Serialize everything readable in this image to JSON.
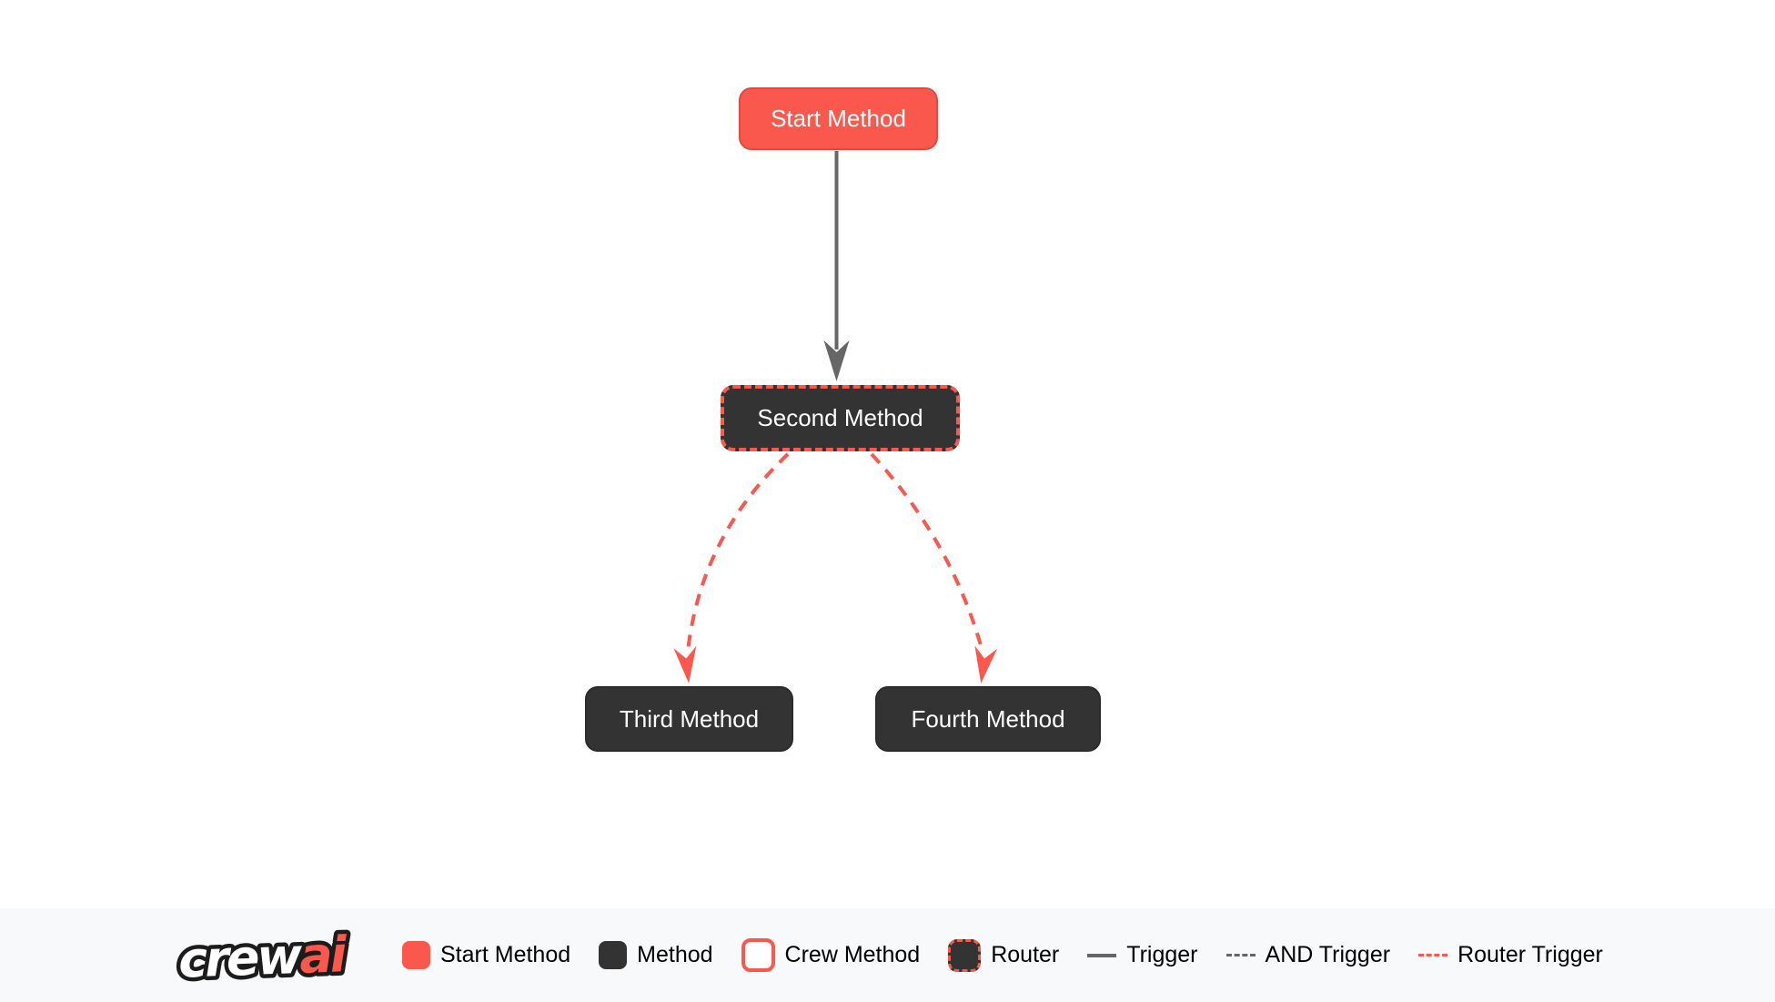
{
  "flow": {
    "nodes": [
      {
        "id": "start_method",
        "label": "Start Method",
        "type": "start"
      },
      {
        "id": "second_method",
        "label": "Second Method",
        "type": "router"
      },
      {
        "id": "third_method",
        "label": "Third Method",
        "type": "method"
      },
      {
        "id": "fourth_method",
        "label": "Fourth Method",
        "type": "method"
      }
    ],
    "edges": [
      {
        "from": "start_method",
        "to": "second_method",
        "type": "trigger"
      },
      {
        "from": "second_method",
        "to": "third_method",
        "type": "router_trigger"
      },
      {
        "from": "second_method",
        "to": "fourth_method",
        "type": "router_trigger"
      }
    ]
  },
  "legend": {
    "logo": {
      "part1": "crew",
      "part2": "ai"
    },
    "items": [
      {
        "key": "start",
        "label": "Start Method"
      },
      {
        "key": "method",
        "label": "Method"
      },
      {
        "key": "crew",
        "label": "Crew Method"
      },
      {
        "key": "router",
        "label": "Router"
      },
      {
        "key": "trigger",
        "label": "Trigger"
      },
      {
        "key": "and_trigger",
        "label": "AND Trigger"
      },
      {
        "key": "router_trigger",
        "label": "Router Trigger"
      }
    ]
  },
  "colors": {
    "accent": "#FA574D",
    "accent_border": "#E04A41",
    "node_dark": "#333333",
    "node_dark_border": "#2B2B2B",
    "edge_gray": "#666666",
    "legend_bg": "#F8F9FA",
    "legend_text": "#000000",
    "node_text": "#FFFFFF",
    "canvas_bg": "#FFFFFF",
    "logo_outline": "#1C1C1C"
  }
}
